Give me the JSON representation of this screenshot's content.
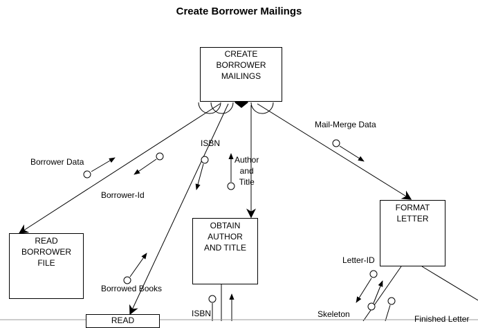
{
  "title": "Create Borrower Mailings",
  "modules": {
    "create": "CREATE\nBORROWER\nMAILINGS",
    "read_borrower": "READ\nBORROWER\nFILE",
    "obtain": "OBTAIN\nAUTHOR\nAND TITLE",
    "format": "FORMAT\nLETTER",
    "read_bottom": "READ"
  },
  "couples": {
    "borrower_data": "Borrower Data",
    "borrower_id": "Borrower-Id",
    "isbn": "ISBN",
    "author_title": "Author\nand\nTitle",
    "mail_merge": "Mail-Merge Data",
    "borrowed_books": "Borrowed Books",
    "letter_id": "Letter-ID",
    "isbn_lower": "ISBN",
    "skeleton": "Skeleton",
    "finished_letter": "Finished Letter"
  }
}
